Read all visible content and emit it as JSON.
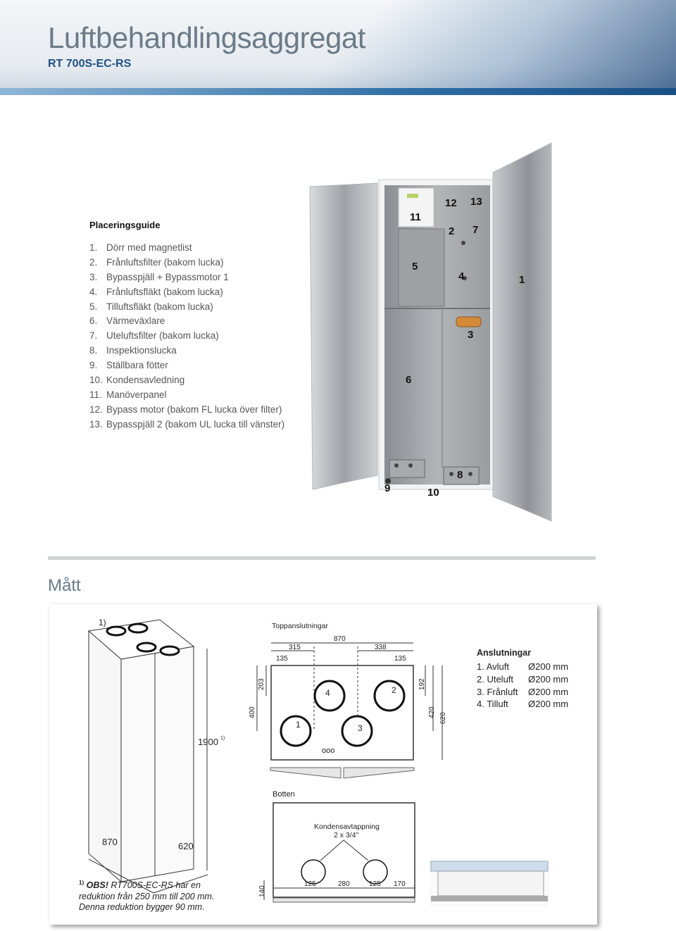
{
  "header": {
    "title": "Luftbehandlingsaggregat",
    "model": "RT 700S-EC-RS"
  },
  "placement_guide": {
    "heading": "Placeringsguide",
    "items": [
      {
        "num": "1.",
        "text": "Dörr med magnetlist"
      },
      {
        "num": "2.",
        "text": "Frånluftsfilter (bakom lucka)"
      },
      {
        "num": "3.",
        "text": "Bypasspjäll + Bypassmotor 1"
      },
      {
        "num": "4.",
        "text": "Frånluftsfläkt (bakom lucka)"
      },
      {
        "num": "5.",
        "text": "Tilluftsfläkt (bakom lucka)"
      },
      {
        "num": "6.",
        "text": "Värmeväxlare"
      },
      {
        "num": "7.",
        "text": "Uteluftsfilter (bakom lucka)"
      },
      {
        "num": "8.",
        "text": "Inspektionslucka"
      },
      {
        "num": "9.",
        "text": "Ställbara fötter"
      },
      {
        "num": "10.",
        "text": "Kondensavledning"
      },
      {
        "num": "11.",
        "text": "Manöverpanel"
      },
      {
        "num": "12.",
        "text": "Bypass motor (bakom FL lucka över filter)"
      },
      {
        "num": "13.",
        "text": "Bypasspjäll 2 (bakom UL lucka till vänster)"
      }
    ]
  },
  "unit_callouts": {
    "c1": "1",
    "c2": "2",
    "c3": "3",
    "c4": "4",
    "c5": "5",
    "c6": "6",
    "c7": "7",
    "c8": "8",
    "c9": "9",
    "c10": "10",
    "c11": "11",
    "c12": "12",
    "c13": "13"
  },
  "dimensions": {
    "heading": "Mått",
    "iso": {
      "note": "1)",
      "height": "1900",
      "height_sup": "1)",
      "depth": "870",
      "width": "620"
    },
    "top": {
      "title": "Toppanslutningar",
      "d870": "870",
      "d315": "315",
      "d338": "338",
      "d135a": "135",
      "d135b": "135",
      "d203": "203",
      "d400": "400",
      "d192": "192",
      "d420": "420",
      "d620": "620",
      "p1": "1",
      "p2": "2",
      "p3": "3",
      "p4": "4",
      "dots": "ooo"
    },
    "bottom": {
      "title": "Botten",
      "drain": "Kondensavtappning",
      "drain_size": "2 x 3/4\"",
      "d140": "140",
      "d125a": "125",
      "d280": "280",
      "d125b": "125",
      "d170": "170"
    },
    "connections": {
      "heading": "Anslutningar",
      "items": [
        {
          "name": "1. Avluft",
          "size": "Ø200 mm"
        },
        {
          "name": "2. Uteluft",
          "size": "Ø200 mm"
        },
        {
          "name": "3. Frånluft",
          "size": "Ø200 mm"
        },
        {
          "name": "4. Tilluft",
          "size": "Ø200 mm"
        }
      ]
    },
    "footnote": {
      "marker": "1)",
      "obs": "OBS!",
      "line1": " RT700S-EC-RS har en",
      "line2": "reduktion från 250 mm till 200 mm.",
      "line3": "Denna reduktion bygger 90 mm."
    }
  },
  "colors": {
    "title": "#6b7a87",
    "model": "#1f4f86",
    "banner_accent": "#2f6fa6"
  }
}
